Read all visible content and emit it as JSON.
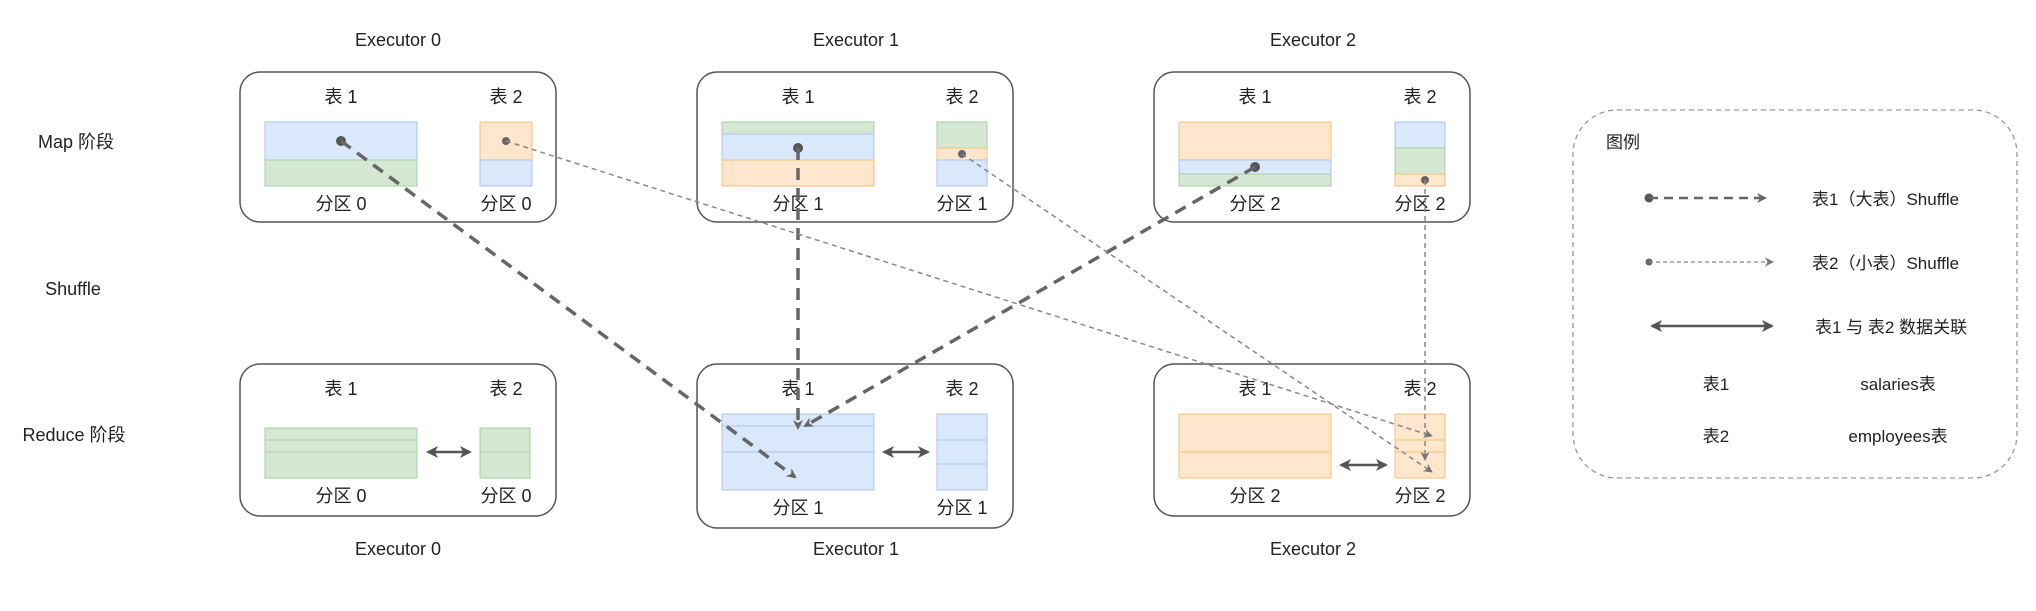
{
  "stages": {
    "map": "Map 阶段",
    "shuffle": "Shuffle",
    "reduce": "Reduce 阶段"
  },
  "executors": {
    "top": [
      "Executor 0",
      "Executor 1",
      "Executor 2"
    ],
    "bottom": [
      "Executor 0",
      "Executor 1",
      "Executor 2"
    ]
  },
  "tables": {
    "t1": "表 1",
    "t2": "表 2"
  },
  "partitions": {
    "map": [
      [
        "分区 0",
        "分区 0"
      ],
      [
        "分区 1",
        "分区 1"
      ],
      [
        "分区 2",
        "分区 2"
      ]
    ],
    "reduce": [
      [
        "分区 0",
        "分区 0"
      ],
      [
        "分区 1",
        "分区 1"
      ],
      [
        "分区 2",
        "分区 2"
      ]
    ]
  },
  "legend": {
    "title": "图例",
    "big_shuffle": "表1（大表）Shuffle",
    "small_shuffle": "表2（小表）Shuffle",
    "join": "表1 与 表2 数据关联",
    "t1_key": "表1",
    "t1_val": "salaries表",
    "t2_key": "表2",
    "t2_val": "employees表"
  },
  "colors": {
    "blue_fill": "#dae8fc",
    "blue_stroke": "#a9c4e8",
    "green_fill": "#d5e8d4",
    "green_stroke": "#a8cfa2",
    "orange_fill": "#ffe6cc",
    "orange_stroke": "#f0c27a",
    "border": "#555555",
    "arrow": "#666666"
  }
}
